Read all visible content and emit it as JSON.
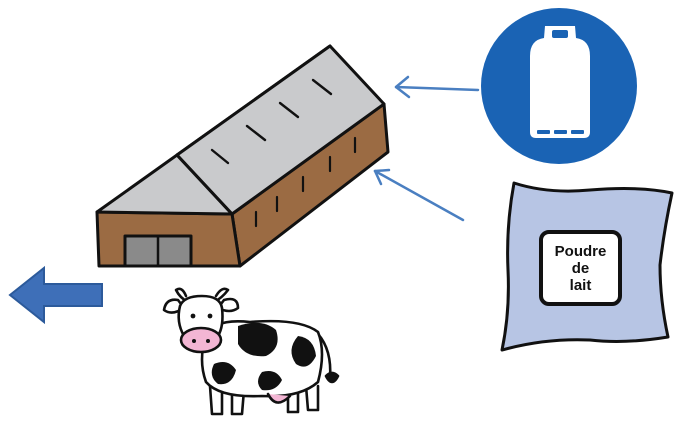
{
  "milk_powder_bag": {
    "label_lines": [
      "Poudre",
      "de",
      "lait"
    ]
  },
  "colors": {
    "roof": "#c9cacc",
    "wall": "#9b6b43",
    "door": "#8a8a8a",
    "arrow_line": "#4a7fc1",
    "exit_arrow": "#3e6fb8",
    "gas_sign": "#1a63b4",
    "bag": "#b7c5e4"
  },
  "icons": [
    "barn",
    "gas-cylinder-sign",
    "milk-powder-bag",
    "cow",
    "exit-arrow"
  ]
}
